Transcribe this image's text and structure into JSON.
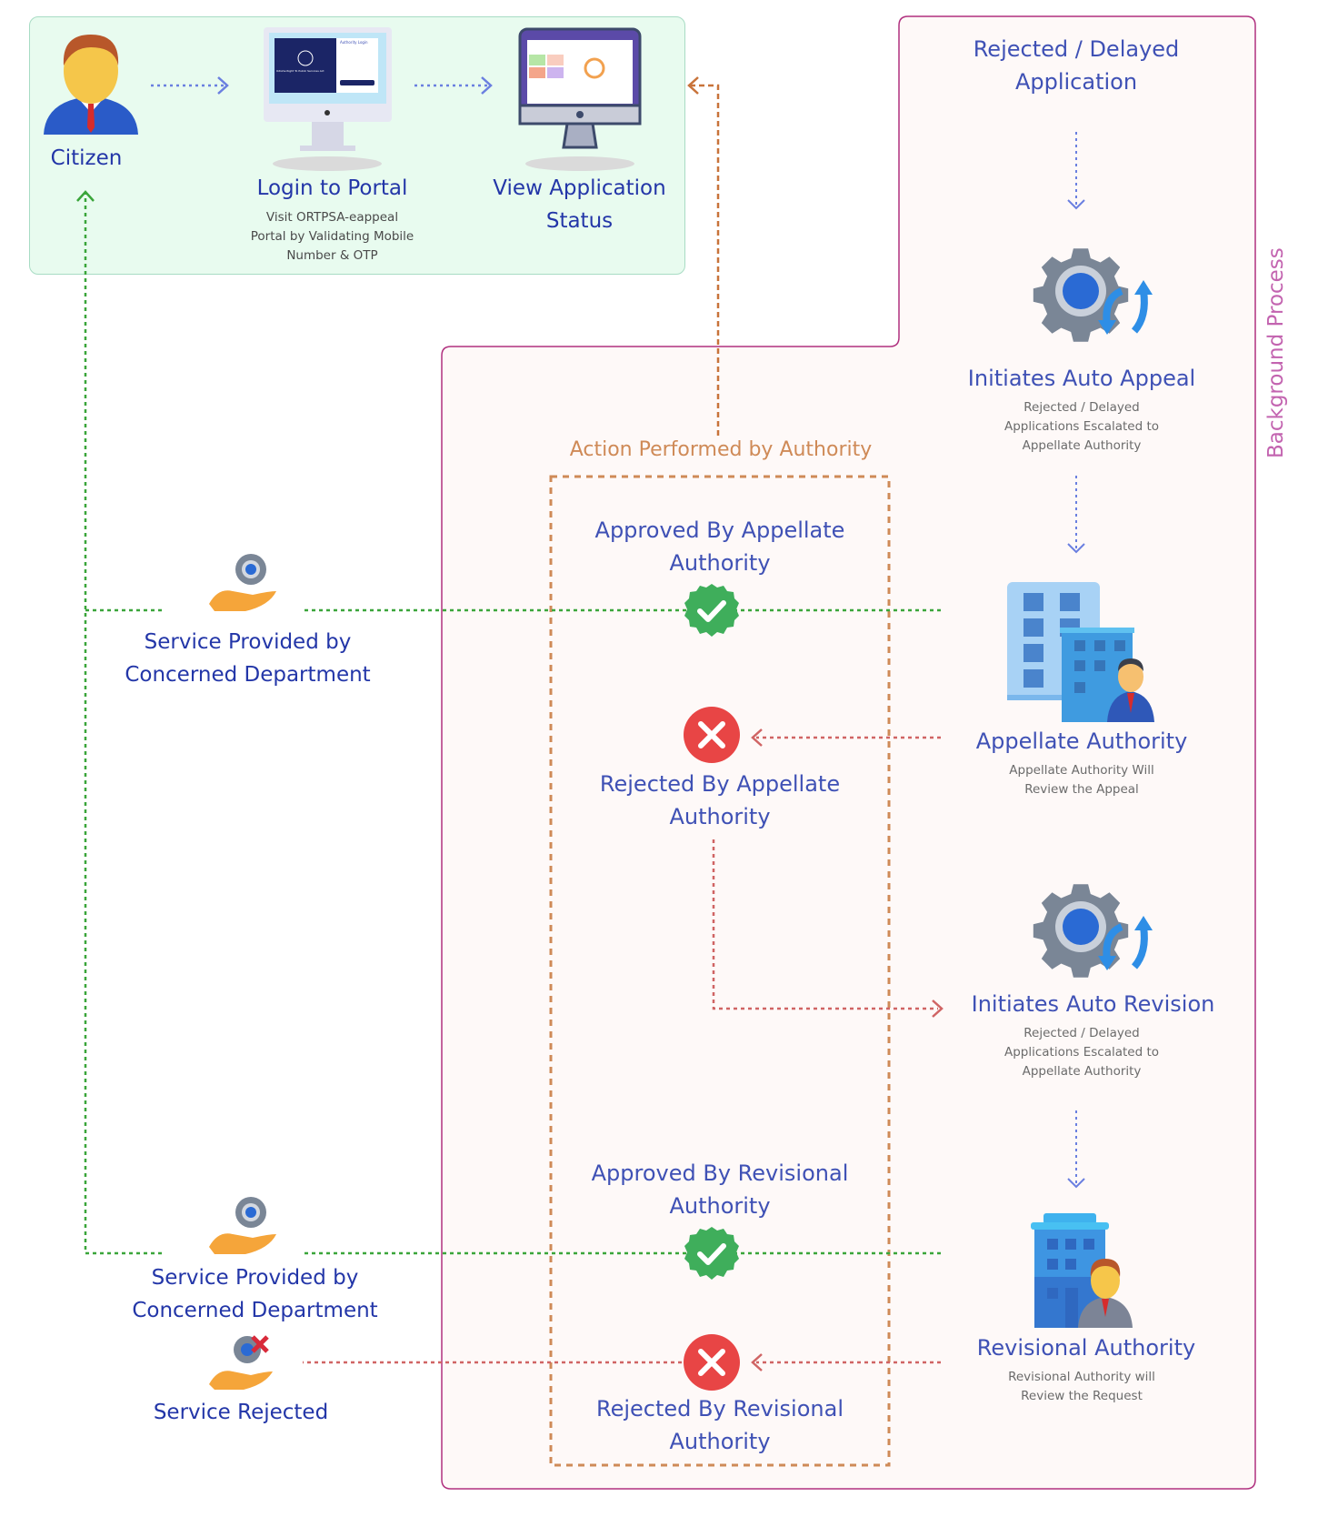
{
  "citizen_panel": {
    "citizen": {
      "label": "Citizen",
      "icon": "citizen-avatar-icon"
    },
    "login": {
      "title": "Login to Portal",
      "description_lines": [
        "Visit ORTPSA-eappeal",
        "Portal by Validating Mobile",
        "Number & OTP"
      ],
      "icon": "login-monitor-icon",
      "screen": {
        "heading": "Authority Login",
        "banner": "Odisha Right To Public Services Act"
      }
    },
    "status": {
      "title_lines": [
        "View Application",
        "Status"
      ],
      "icon": "dashboard-monitor-icon"
    }
  },
  "background_process": {
    "side_label": "Background Process",
    "rejected_delayed": {
      "title_lines": [
        "Rejected / Delayed",
        "Application"
      ]
    },
    "auto_appeal": {
      "title": "Initiates Auto Appeal",
      "description_lines": [
        "Rejected / Delayed",
        "Applications Escalated to",
        "Appellate Authority"
      ],
      "icon": "gear-sync-icon"
    },
    "appellate_authority": {
      "title": "Appellate Authority",
      "description_lines": [
        "Appellate Authority Will",
        "Review the Appeal"
      ],
      "icon": "building-officer-icon"
    },
    "auto_revision": {
      "title": "Initiates Auto Revision",
      "description_lines": [
        "Rejected / Delayed",
        "Applications Escalated to",
        "Appellate Authority"
      ],
      "icon": "gear-sync-icon"
    },
    "revisional_authority": {
      "title": "Revisional Authority",
      "description_lines": [
        "Revisional Authority will",
        "Review the Request"
      ],
      "icon": "building-officer-icon"
    }
  },
  "actions": {
    "title": "Action Performed by Authority",
    "approved_appellate": {
      "title_lines": [
        "Approved By Appellate",
        "Authority"
      ],
      "icon": "check-badge-icon"
    },
    "rejected_appellate": {
      "title_lines": [
        "Rejected By Appellate",
        "Authority"
      ],
      "icon": "x-circle-icon"
    },
    "approved_revisional": {
      "title_lines": [
        "Approved By Revisional",
        "Authority"
      ],
      "icon": "check-badge-icon"
    },
    "rejected_revisional": {
      "title_lines": [
        "Rejected By Revisional",
        "Authority"
      ],
      "icon": "x-circle-icon"
    }
  },
  "outcomes": {
    "service_provided_1": {
      "title_lines": [
        "Service Provided by",
        "Concerned Department"
      ],
      "icon": "hand-gear-icon"
    },
    "service_provided_2": {
      "title_lines": [
        "Service Provided by",
        "Concerned Department"
      ],
      "icon": "hand-gear-icon"
    },
    "service_rejected": {
      "title": "Service Rejected",
      "icon": "hand-gear-rejected-icon"
    }
  },
  "colors": {
    "title_blue": "#3f51b5",
    "title_dark_blue": "#2336a8",
    "approved_line": "#3aa53a",
    "rejected_line": "#d06464",
    "authority_orange": "#c8733a",
    "flow_blue": "#6a7fe0",
    "background_border": "#b0307f",
    "panel_green_bg": "#e8fbef"
  }
}
